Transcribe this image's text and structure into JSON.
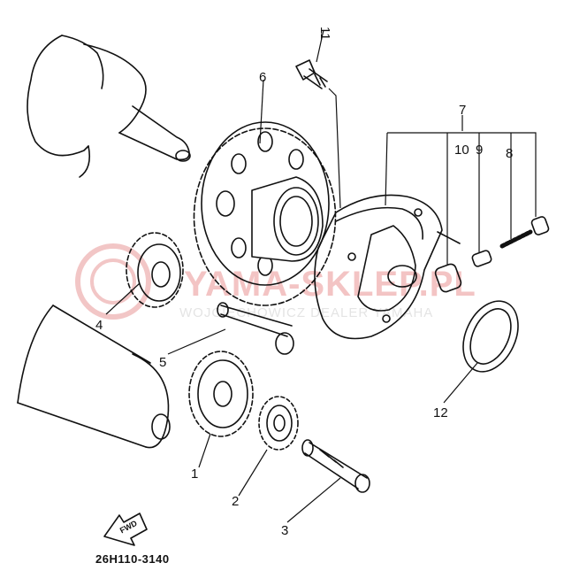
{
  "diagram": {
    "part_labels": [
      "11",
      "6",
      "7",
      "10",
      "9",
      "8",
      "4",
      "5",
      "12",
      "1",
      "2",
      "3"
    ],
    "drawing_code": "26H110-3140",
    "fwd_label": "FWD",
    "watermark": {
      "brand": "YAMA-SKLEP.PL",
      "subtitle": "WOJCIECHOWICZ DEALER YAMAHA"
    }
  }
}
